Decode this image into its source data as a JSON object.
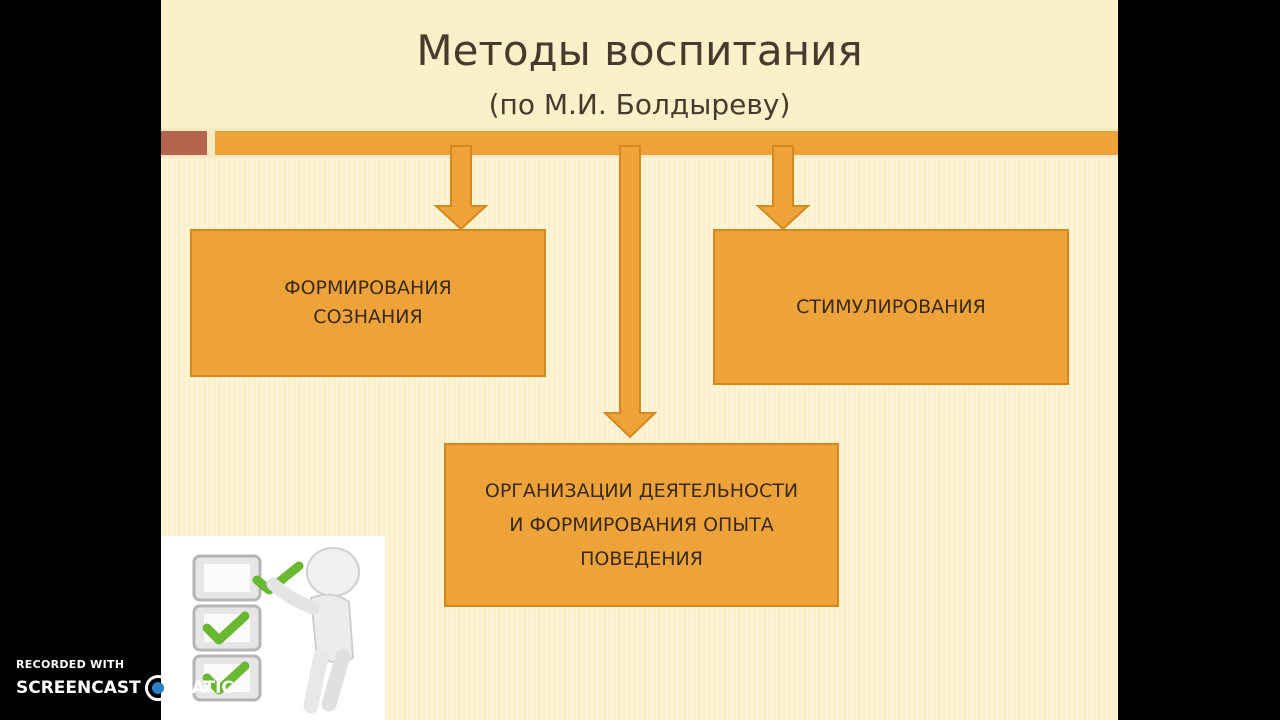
{
  "slide": {
    "title": "Методы воспитания",
    "subtitle": "(по М.И. Болдыреву)"
  },
  "boxes": [
    {
      "lines": [
        "ФОРМИРОВАНИЯ",
        "СОЗНАНИЯ"
      ]
    },
    {
      "lines": [
        "СТИМУЛИРОВАНИЯ"
      ]
    },
    {
      "lines": [
        "ОРГАНИЗАЦИИ ДЕЯТЕЛЬНОСТИ",
        "И ФОРМИРОВАНИЯ ОПЫТА",
        "ПОВЕДЕНИЯ"
      ]
    }
  ],
  "colors": {
    "background": "#fbf0c9",
    "accent": "#eea33a",
    "accent_dark": "#b4644c",
    "text": "#4a3a2c"
  },
  "watermark": {
    "recorded_with": "RECORDED WITH",
    "brand_left": "SCREENCAST",
    "brand_right": "MATIC"
  }
}
